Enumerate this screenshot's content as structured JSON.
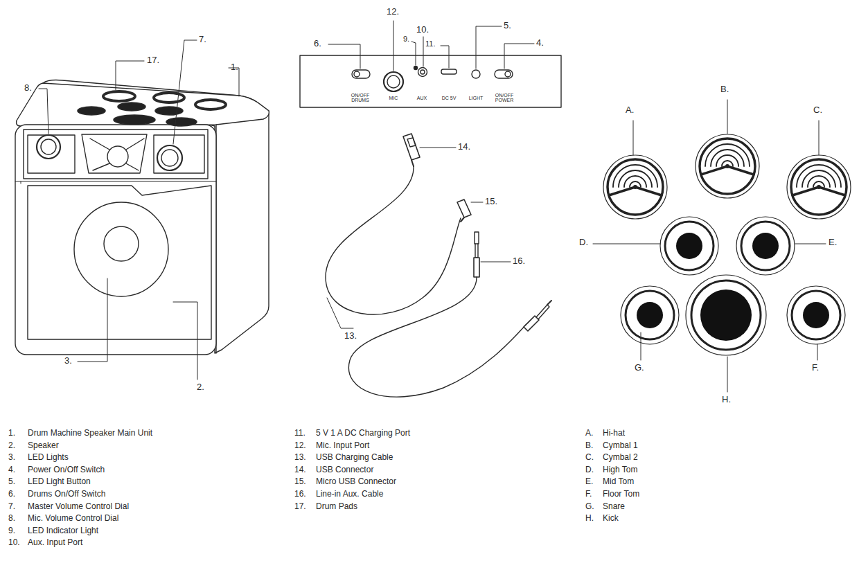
{
  "diagram": {
    "labels": [
      "8.",
      "17.",
      "7.",
      "1.",
      "3.",
      "2.",
      "12.",
      "10.",
      "9.",
      "11.",
      "6.",
      "5.",
      "4.",
      "ON/OFF DRUMS",
      "MIC",
      "AUX",
      "DC 5V",
      "LIGHT",
      "ON/OFF POWER",
      "14.",
      "15.",
      "16.",
      "13.",
      "A.",
      "B.",
      "C.",
      "D.",
      "E.",
      "G.",
      "H.",
      "F.",
      "1.",
      "Drum Machine Speaker Main Unit",
      "2.",
      "Speaker",
      "3.",
      "LED Lights",
      "4.",
      "Power On/Off Switch",
      "5.",
      "LED Light Button",
      "6.",
      "Drums On/Off Switch",
      "7.",
      "Master Volume Control Dial",
      "8.",
      "Mic. Volume Control Dial",
      "9.",
      "LED Indicator Light",
      "10.",
      "Aux. Input Port",
      "11.",
      "5 V 1 A DC Charging Port",
      "12.",
      "Mic. Input Port",
      "13.",
      "USB Charging Cable",
      "14.",
      "USB Connector",
      "15.",
      "Micro USB Connector",
      "16.",
      "Line-in Aux. Cable",
      "17.",
      "Drum Pads",
      "A.",
      "Hi-hat",
      "B.",
      "Cymbal 1",
      "C.",
      "Cymbal 2",
      "D.",
      "High Tom",
      "E.",
      "Mid Tom",
      "F.",
      "Floor Tom",
      "G.",
      "Snare",
      "H.",
      "Kick"
    ]
  }
}
